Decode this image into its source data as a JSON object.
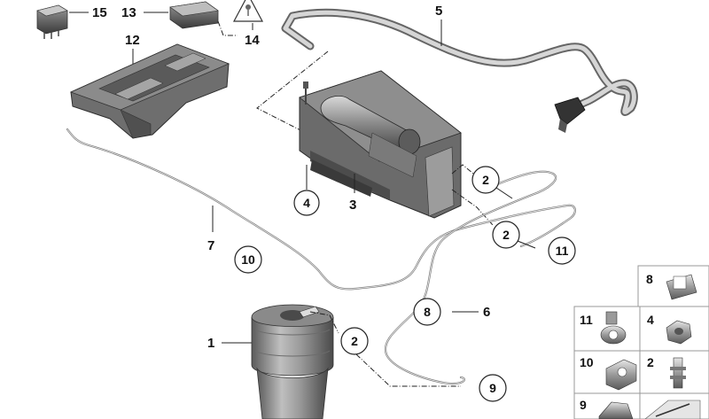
{
  "callouts": {
    "c1": "1",
    "c2a": "2",
    "c2b": "2",
    "c2c": "2",
    "c3": "3",
    "c4": "4",
    "c5": "5",
    "c6": "6",
    "c7": "7",
    "c8": "8",
    "c9": "9",
    "c10": "10",
    "c11": "11",
    "c12": "12",
    "c13": "13",
    "c14": "14",
    "c15": "15"
  },
  "grid_labels": {
    "g8": "8",
    "g11": "11",
    "g4": "4",
    "g10": "10",
    "g2": "2",
    "g9": "9"
  },
  "colors": {
    "line": "#222222",
    "part_gray": "#7a7a7a",
    "background": "#ffffff"
  },
  "icons": [
    "relay-icon",
    "control-unit-icon",
    "warning-triangle-icon"
  ]
}
